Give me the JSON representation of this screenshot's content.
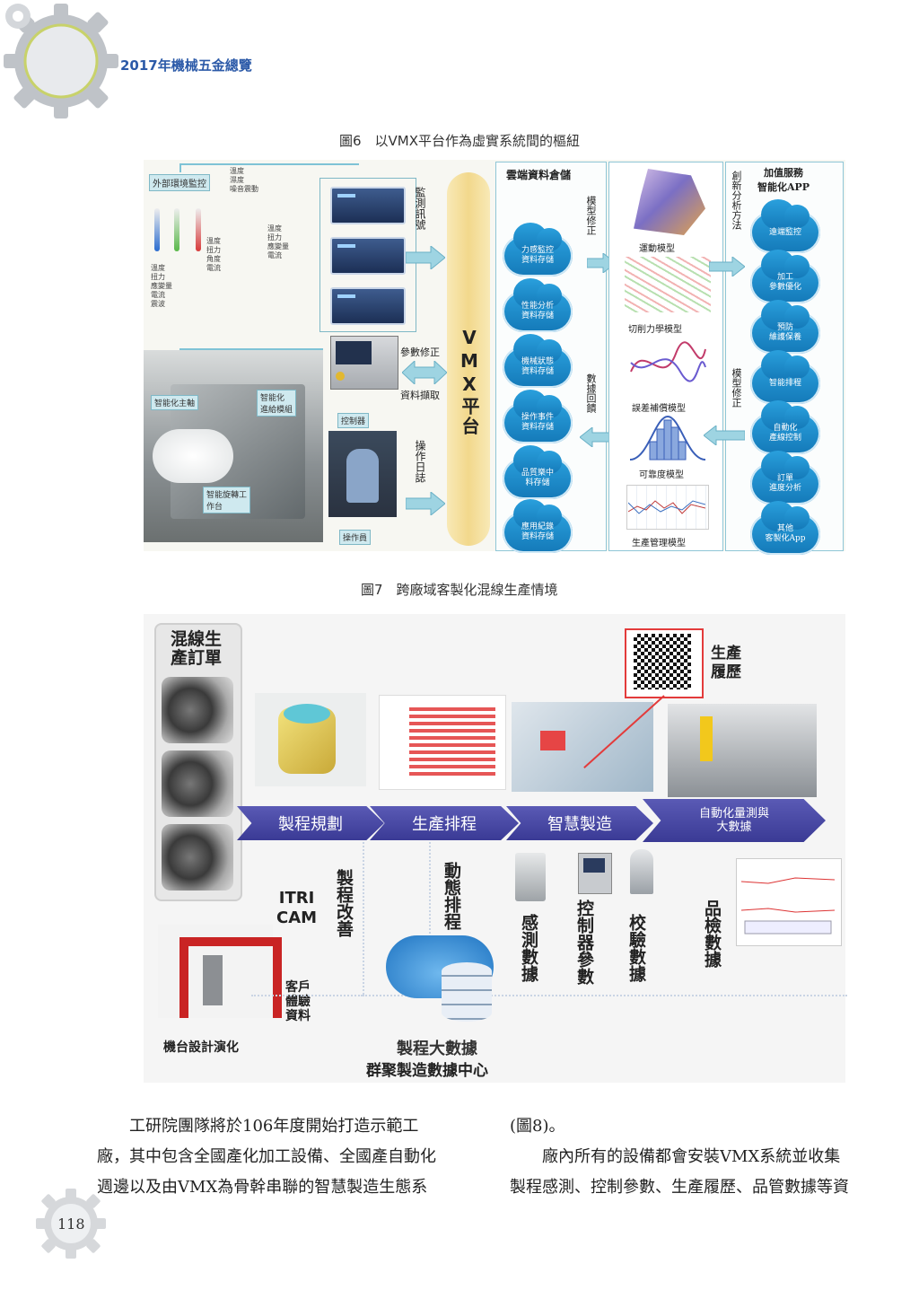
{
  "header": {
    "book_title": "2017年機械五金總覽"
  },
  "figure6": {
    "caption": "圖6　以VMX平台作為虛實系統間的樞紐",
    "ext_monitor": "外部環境監控",
    "ext_items": "溫度\n濕度\n噪音震動",
    "sensor_labels": "溫度\n扭力\n應變量\n電流\n震波",
    "sensor_labels2": "溫度\n扭力\n角度\n電流",
    "mid_labels": "溫度\n扭力\n應變量\n電流",
    "monitor_signal": "監測訊號",
    "param_fix": "參數修正",
    "data_fetch": "資料擷取",
    "op_log": "操作日誌",
    "controller": "控制器",
    "operator": "操作員",
    "smart_spindle": "智能化主軸",
    "smart_fixture": "智能化\n進給模組",
    "smart_lathe": "智能旋轉工\n作台",
    "vmx_platform": "VMX平台",
    "cloud_storage_title": "雲端資料倉儲",
    "model_fix": "模型修正",
    "data_return": "數據回饋",
    "cloud_items": [
      "力感監控\n資料存儲",
      "性能分析\n資料存儲",
      "機械狀態\n資料存儲",
      "操作事件\n資料存儲",
      "品質樂中\n料存儲",
      "應用紀錄\n資料存儲"
    ],
    "motion_model": "運動模型",
    "cutting_model": "切削力學模型",
    "error_model": "誤差補償模型",
    "reliability_model": "可靠度模型",
    "prod_model": "生產管理模型",
    "innov_method": "創新分析方法",
    "model_fix2": "模型修正",
    "value_service": "加值服務\n智能化APP",
    "app_items": [
      "遠端監控",
      "加工\n參數優化",
      "預防\n維護保養",
      "智能排程",
      "自動化\n產線控制",
      "訂單\n進度分析",
      "其他\n客製化App"
    ]
  },
  "figure7": {
    "caption": "圖7　跨廠域客製化混線生產情境",
    "mixed_order": "混線生\n產訂單",
    "trace": "生產\n履歷",
    "steps": [
      "製程規劃",
      "生產排程",
      "智慧製造",
      "自動化量測與\n大數據"
    ],
    "itri_cam": "ITRI\nCAM",
    "process_improve": "製程改善",
    "dynamic_schedule": "動態排程",
    "sensing_data": "感測數據",
    "controller_params": "控制器參數",
    "calib_data": "校驗數據",
    "qc_data": "品檢數據",
    "customer_exp": "客戶\n體驗\n資料",
    "machine_design": "機台設計演化",
    "big_data": "製程大數據",
    "center": "群聚製造數據中心"
  },
  "body": {
    "left_lines": [
      "工研院團隊將於106年度開始打造示範工",
      "廠，其中包含全國產化加工設備、全國產自動化",
      "週邊以及由VMX為骨幹串聯的智慧製造生態系"
    ],
    "right_lines": [
      "(圖8)。",
      "廠內所有的設備都會安裝VMX系統並收集",
      "製程感測、控制參數、生產履歷、品管數據等資"
    ]
  },
  "footer": {
    "page_number": "118"
  },
  "colors": {
    "accent": "#2c5aa8",
    "gear": "#c5c8cc",
    "vmx": "#f3dc8e",
    "cloud": "#1e8fd0",
    "chevron": "#4646a6"
  }
}
